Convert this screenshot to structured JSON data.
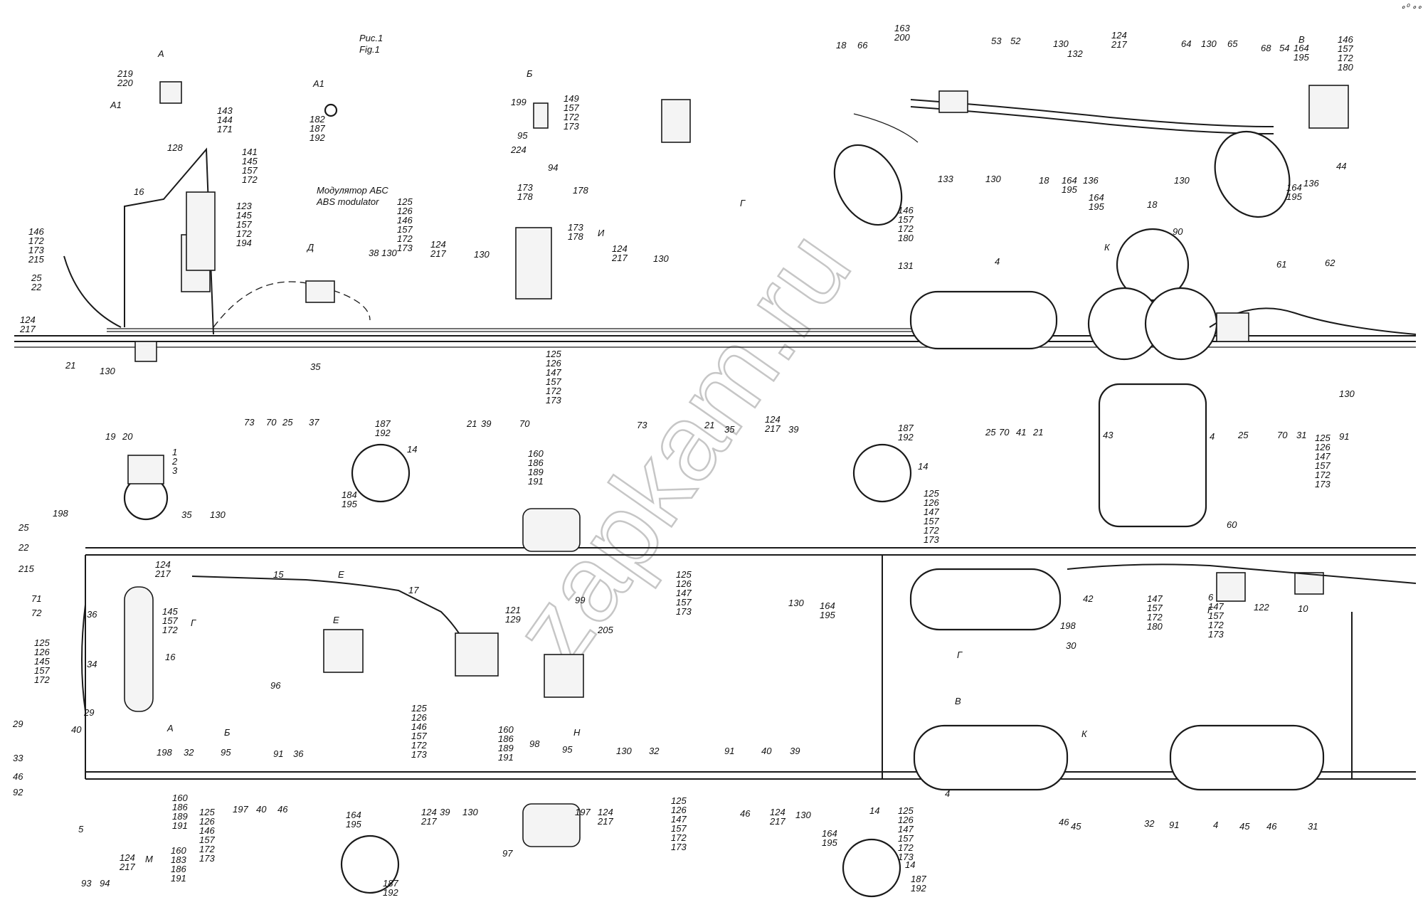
{
  "figure": {
    "title_ru": "Рис.1",
    "title_en": "Fig.1",
    "modulator_ru": "Модулятор АБС",
    "modulator_en": "ABS modulator",
    "watermark": "zapkam.ru",
    "corner_mark": "∘⁰ ∘∘∘"
  },
  "views": [
    "А",
    "А1",
    "Б",
    "В",
    "Г",
    "Д",
    "Е",
    "И",
    "К",
    "М",
    "Н"
  ],
  "labels": [
    {
      "id": "v-a-top",
      "text": "А"
    },
    {
      "id": "v-a1",
      "text": "А1"
    },
    {
      "id": "v-a1-arrow",
      "text": "А1"
    },
    {
      "id": "v-b-top",
      "text": "Б"
    },
    {
      "id": "v-v-top",
      "text": "В"
    },
    {
      "id": "v-g-top",
      "text": "Г"
    },
    {
      "id": "v-i",
      "text": "И"
    },
    {
      "id": "v-d",
      "text": "Д"
    },
    {
      "id": "v-e-arrow",
      "text": "Е"
    },
    {
      "id": "v-e-pump",
      "text": "Е"
    },
    {
      "id": "v-g-1",
      "text": "Г"
    },
    {
      "id": "v-g-2",
      "text": "Г"
    },
    {
      "id": "v-g-3",
      "text": "Г"
    },
    {
      "id": "v-v-mid",
      "text": "В"
    },
    {
      "id": "v-a-bot",
      "text": "А"
    },
    {
      "id": "v-b-bot",
      "text": "Б"
    },
    {
      "id": "v-n",
      "text": "Н"
    },
    {
      "id": "v-m",
      "text": "М"
    },
    {
      "id": "v-k-bot",
      "text": "К"
    },
    {
      "id": "v-k-top",
      "text": "К"
    },
    {
      "id": "c219",
      "text": "219\n220"
    },
    {
      "id": "c143",
      "text": "143\n144\n171"
    },
    {
      "id": "c182",
      "text": "182\n187\n192"
    },
    {
      "id": "c199",
      "text": "199"
    },
    {
      "id": "c149",
      "text": "149\n157\n172\n173"
    },
    {
      "id": "c95a",
      "text": "95"
    },
    {
      "id": "c224",
      "text": "224"
    },
    {
      "id": "c94a",
      "text": "94"
    },
    {
      "id": "c141",
      "text": "141\n145\n157\n172"
    },
    {
      "id": "c128",
      "text": "128"
    },
    {
      "id": "c16a",
      "text": "16"
    },
    {
      "id": "c123",
      "text": "123\n145\n157\n172\n194"
    },
    {
      "id": "c125a",
      "text": "125\n126\n146\n157\n172\n173"
    },
    {
      "id": "c173a",
      "text": "173\n178"
    },
    {
      "id": "c178a",
      "text": "178"
    },
    {
      "id": "c173b",
      "text": "173\n178"
    },
    {
      "id": "c146a",
      "text": "146\n172\n173\n215"
    },
    {
      "id": "c25a",
      "text": "25\n22"
    },
    {
      "id": "c124a",
      "text": "124\n217"
    },
    {
      "id": "c21a",
      "text": "21"
    },
    {
      "id": "c130a",
      "text": "130"
    },
    {
      "id": "c38",
      "text": "38 130"
    },
    {
      "id": "c124b",
      "text": "124\n217"
    },
    {
      "id": "c130b",
      "text": "130"
    },
    {
      "id": "c124c",
      "text": "124\n217"
    },
    {
      "id": "c130c",
      "text": "130"
    },
    {
      "id": "c35a",
      "text": "35"
    },
    {
      "id": "c125b",
      "text": "125\n126\n147\n157\n172\n173"
    },
    {
      "id": "c18a",
      "text": "18"
    },
    {
      "id": "c66",
      "text": "66"
    },
    {
      "id": "c163",
      "text": "163\n200"
    },
    {
      "id": "c53",
      "text": "53"
    },
    {
      "id": "c52",
      "text": "52"
    },
    {
      "id": "c130d",
      "text": "130"
    },
    {
      "id": "c132",
      "text": "132"
    },
    {
      "id": "c124d",
      "text": "124\n217"
    },
    {
      "id": "c64",
      "text": "64"
    },
    {
      "id": "c130e",
      "text": "130"
    },
    {
      "id": "c65",
      "text": "65"
    },
    {
      "id": "c68",
      "text": "68"
    },
    {
      "id": "c54",
      "text": "54"
    },
    {
      "id": "c164a",
      "text": "164\n195"
    },
    {
      "id": "c146b",
      "text": "146\n157\n172\n180"
    },
    {
      "id": "c133",
      "text": "133"
    },
    {
      "id": "c130f",
      "text": "130"
    },
    {
      "id": "c18b",
      "text": "18"
    },
    {
      "id": "c164b",
      "text": "164\n195"
    },
    {
      "id": "c136a",
      "text": "136"
    },
    {
      "id": "c164c",
      "text": "164\n195"
    },
    {
      "id": "c18c",
      "text": "18"
    },
    {
      "id": "c130g",
      "text": "130"
    },
    {
      "id": "c164d",
      "text": "164\n195"
    },
    {
      "id": "c136b",
      "text": "136"
    },
    {
      "id": "c44",
      "text": "44"
    },
    {
      "id": "c146c",
      "text": "146\n157\n172\n180"
    },
    {
      "id": "c131",
      "text": "131"
    },
    {
      "id": "c4a",
      "text": "4"
    },
    {
      "id": "c90",
      "text": "90"
    },
    {
      "id": "c61",
      "text": "61"
    },
    {
      "id": "c62",
      "text": "62"
    },
    {
      "id": "c130h",
      "text": "130"
    },
    {
      "id": "c73a",
      "text": "73"
    },
    {
      "id": "c70a",
      "text": "70"
    },
    {
      "id": "c25b",
      "text": "25"
    },
    {
      "id": "c37",
      "text": "37"
    },
    {
      "id": "c21b",
      "text": "21"
    },
    {
      "id": "c39a",
      "text": "39"
    },
    {
      "id": "c70b",
      "text": "70"
    },
    {
      "id": "c73b",
      "text": "73"
    },
    {
      "id": "c21c",
      "text": "21"
    },
    {
      "id": "c35b",
      "text": "35"
    },
    {
      "id": "c124e",
      "text": "124\n217"
    },
    {
      "id": "c39b",
      "text": "39"
    },
    {
      "id": "c25c",
      "text": "25"
    },
    {
      "id": "c70c",
      "text": "70"
    },
    {
      "id": "c41",
      "text": "41"
    },
    {
      "id": "c21d",
      "text": "21"
    },
    {
      "id": "c43",
      "text": "43"
    },
    {
      "id": "c25d",
      "text": "25"
    },
    {
      "id": "c70d",
      "text": "70"
    },
    {
      "id": "c31a",
      "text": "31"
    },
    {
      "id": "c125c",
      "text": "125\n126\n147\n157\n172\n173"
    },
    {
      "id": "c91a",
      "text": "91"
    },
    {
      "id": "c4b",
      "text": "4"
    },
    {
      "id": "c187a",
      "text": "187\n192"
    },
    {
      "id": "c14a",
      "text": "14"
    },
    {
      "id": "c160a",
      "text": "160\n186\n189\n191"
    },
    {
      "id": "c187b",
      "text": "187\n192"
    },
    {
      "id": "c14b",
      "text": "14"
    },
    {
      "id": "c19",
      "text": "19"
    },
    {
      "id": "c20",
      "text": "20"
    },
    {
      "id": "c1",
      "text": "1\n2\n3"
    },
    {
      "id": "c198a",
      "text": "198"
    },
    {
      "id": "c25e",
      "text": "25"
    },
    {
      "id": "c22",
      "text": "22"
    },
    {
      "id": "c215",
      "text": "215"
    },
    {
      "id": "c35c",
      "text": "35"
    },
    {
      "id": "c130i",
      "text": "130"
    },
    {
      "id": "c184",
      "text": "184\n195"
    },
    {
      "id": "c124f",
      "text": "124\n217"
    },
    {
      "id": "c15",
      "text": "15"
    },
    {
      "id": "c17",
      "text": "17"
    },
    {
      "id": "c71",
      "text": "71"
    },
    {
      "id": "c72",
      "text": "72"
    },
    {
      "id": "c36a",
      "text": "36"
    },
    {
      "id": "c145",
      "text": "145\n157\n172"
    },
    {
      "id": "c125d",
      "text": "125\n126\n145\n157\n172"
    },
    {
      "id": "c16b",
      "text": "16"
    },
    {
      "id": "c34",
      "text": "34"
    },
    {
      "id": "c29a",
      "text": "29"
    },
    {
      "id": "c121",
      "text": "121\n129"
    },
    {
      "id": "c99",
      "text": "99"
    },
    {
      "id": "c205",
      "text": "205"
    },
    {
      "id": "c125e",
      "text": "125\n126\n147\n157\n172\n173"
    },
    {
      "id": "c130j",
      "text": "130"
    },
    {
      "id": "c164e",
      "text": "164\n195"
    },
    {
      "id": "c125f",
      "text": "125\n126\n147\n157\n173"
    },
    {
      "id": "c42",
      "text": "42"
    },
    {
      "id": "c198b",
      "text": "198"
    },
    {
      "id": "c30",
      "text": "30"
    },
    {
      "id": "c60",
      "text": "60"
    },
    {
      "id": "c147a",
      "text": "147\n157\n172\n180"
    },
    {
      "id": "c6",
      "text": "6\n147\n157\n172\n173"
    },
    {
      "id": "c122",
      "text": "122"
    },
    {
      "id": "c10",
      "text": "10"
    },
    {
      "id": "c96",
      "text": "96"
    },
    {
      "id": "c29b",
      "text": "29"
    },
    {
      "id": "c40a",
      "text": "40"
    },
    {
      "id": "c33",
      "text": "33"
    },
    {
      "id": "c46a",
      "text": "46"
    },
    {
      "id": "c92",
      "text": "92"
    },
    {
      "id": "c5",
      "text": "5"
    },
    {
      "id": "c93",
      "text": "93"
    },
    {
      "id": "c94b",
      "text": "94"
    },
    {
      "id": "c198c",
      "text": "198"
    },
    {
      "id": "c32a",
      "text": "32"
    },
    {
      "id": "c95b",
      "text": "95"
    },
    {
      "id": "c125g",
      "text": "125\n126\n146\n157\n172\n173"
    },
    {
      "id": "c124g",
      "text": "124\n217"
    },
    {
      "id": "c160b",
      "text": "160\n186\n189\n191"
    },
    {
      "id": "c160c",
      "text": "160\n183\n186\n191"
    },
    {
      "id": "c197a",
      "text": "197"
    },
    {
      "id": "c40b",
      "text": "40"
    },
    {
      "id": "c46b",
      "text": "46"
    },
    {
      "id": "c91b",
      "text": "91"
    },
    {
      "id": "c36b",
      "text": "36"
    },
    {
      "id": "c164f",
      "text": "164\n195"
    },
    {
      "id": "c125h",
      "text": "125\n126\n146\n157\n172\n173"
    },
    {
      "id": "c124h",
      "text": "124\n217"
    },
    {
      "id": "c39c",
      "text": "39"
    },
    {
      "id": "c130k",
      "text": "130"
    },
    {
      "id": "c160d",
      "text": "160\n186\n189\n191"
    },
    {
      "id": "c98",
      "text": "98"
    },
    {
      "id": "c95c",
      "text": "95"
    },
    {
      "id": "c197b",
      "text": "197"
    },
    {
      "id": "c97",
      "text": "97"
    },
    {
      "id": "c124i",
      "text": "124\n217"
    },
    {
      "id": "c130l",
      "text": "130"
    },
    {
      "id": "c32b",
      "text": "32"
    },
    {
      "id": "c91c",
      "text": "91"
    },
    {
      "id": "c40c",
      "text": "40"
    },
    {
      "id": "c39d",
      "text": "39"
    },
    {
      "id": "c46c",
      "text": "46"
    },
    {
      "id": "c125i",
      "text": "125\n126\n147\n157\n172\n173"
    },
    {
      "id": "c124j",
      "text": "124\n217"
    },
    {
      "id": "c130m",
      "text": "130"
    },
    {
      "id": "c164g",
      "text": "164\n195"
    },
    {
      "id": "c14c",
      "text": "14"
    },
    {
      "id": "c187c",
      "text": "187\n192"
    },
    {
      "id": "c187d",
      "text": "187\n192"
    },
    {
      "id": "c14d",
      "text": "14"
    },
    {
      "id": "c125j",
      "text": "125\n126\n147\n157\n172\n173"
    },
    {
      "id": "c4c",
      "text": "4"
    },
    {
      "id": "c46d",
      "text": "46"
    },
    {
      "id": "c45a",
      "text": "45"
    },
    {
      "id": "c32c",
      "text": "32"
    },
    {
      "id": "c91d",
      "text": "91"
    },
    {
      "id": "c4d",
      "text": "4"
    },
    {
      "id": "c45b",
      "text": "45"
    },
    {
      "id": "c46e",
      "text": "46"
    },
    {
      "id": "c31b",
      "text": "31"
    }
  ]
}
